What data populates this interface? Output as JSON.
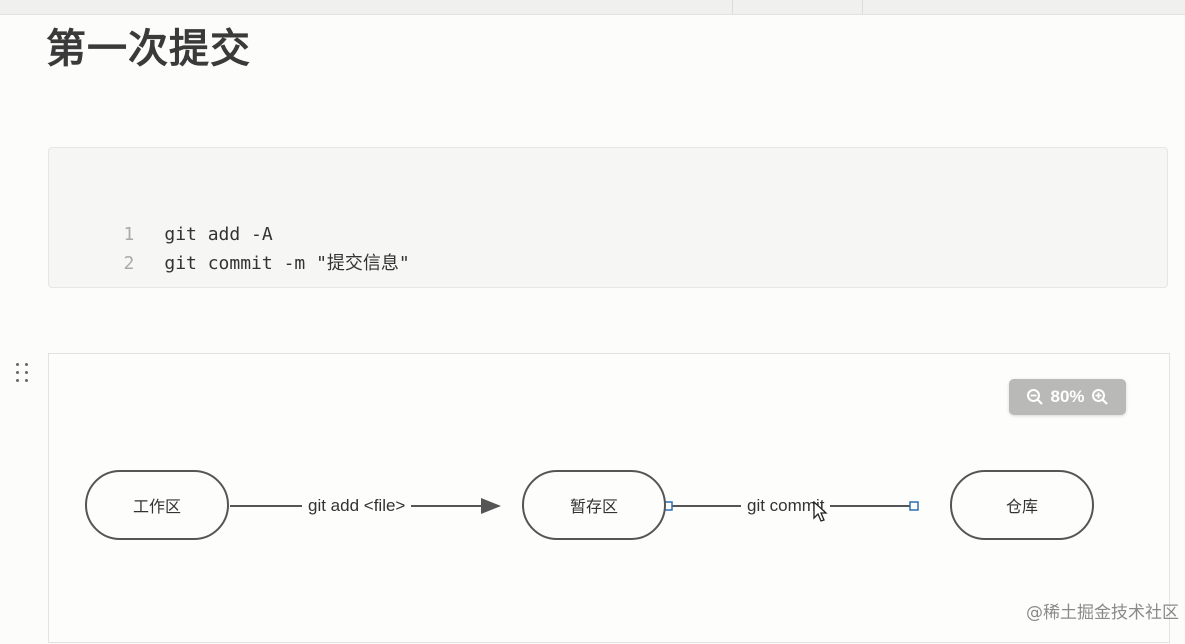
{
  "heading": "第一次提交",
  "code": {
    "lines": [
      {
        "num": "1",
        "text": "git add -A"
      },
      {
        "num": "2",
        "text": "git commit -m \"提交信息\""
      }
    ]
  },
  "diagram": {
    "zoom_level": "80%",
    "nodes": {
      "working": "工作区",
      "staging": "暂存区",
      "repo": "仓库"
    },
    "edges": {
      "add": "git add <file>",
      "commit": "git commit"
    },
    "colors": {
      "stroke": "#555555",
      "anchor": "#2f6fb0"
    }
  },
  "watermark": "@稀土掘金技术社区"
}
